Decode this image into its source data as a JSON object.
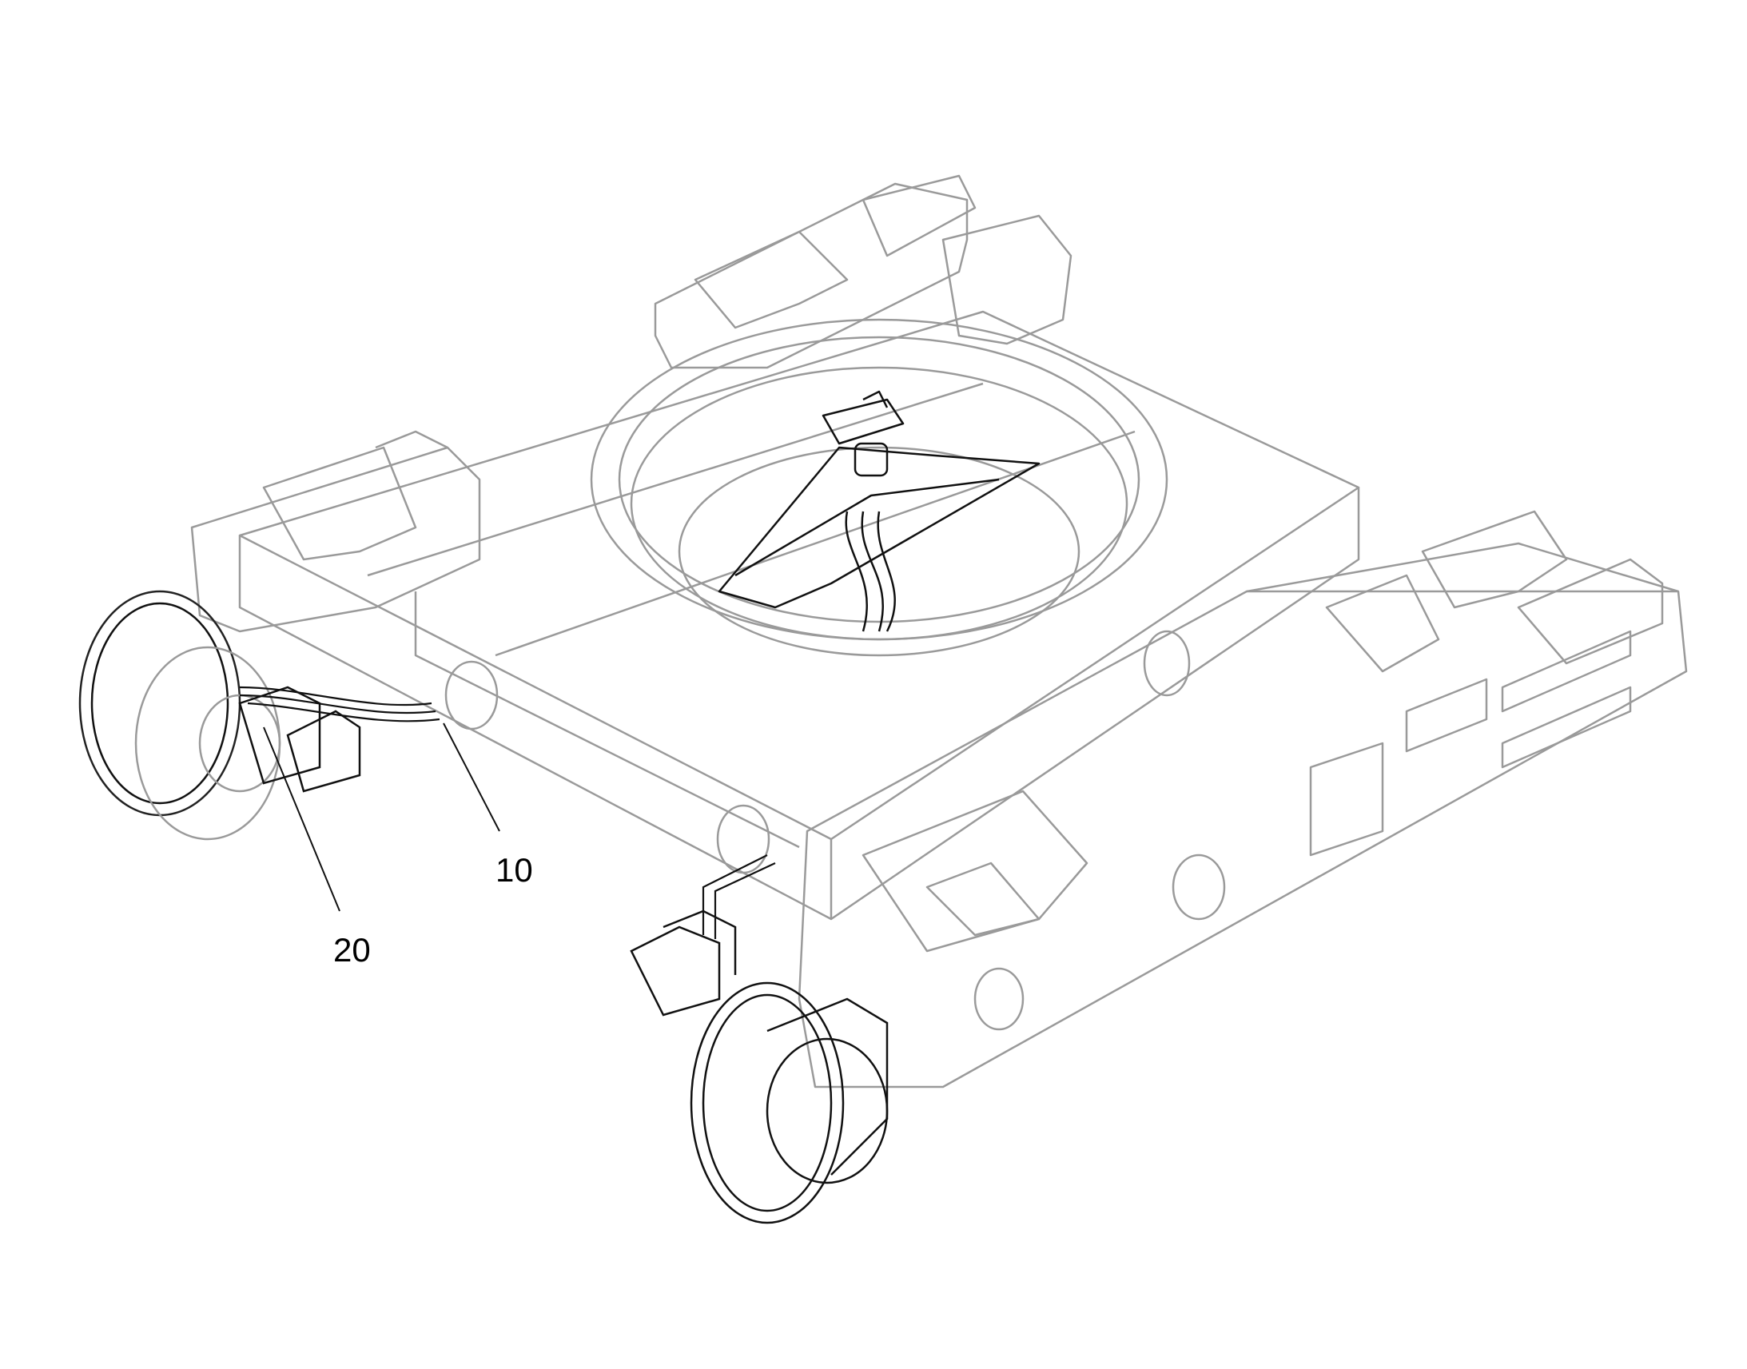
{
  "callouts": [
    {
      "id": "10",
      "label": "10"
    },
    {
      "id": "20",
      "label": "20"
    }
  ],
  "colors": {
    "line": "#9a9a9a",
    "detail": "#111111",
    "background": "#ffffff"
  }
}
